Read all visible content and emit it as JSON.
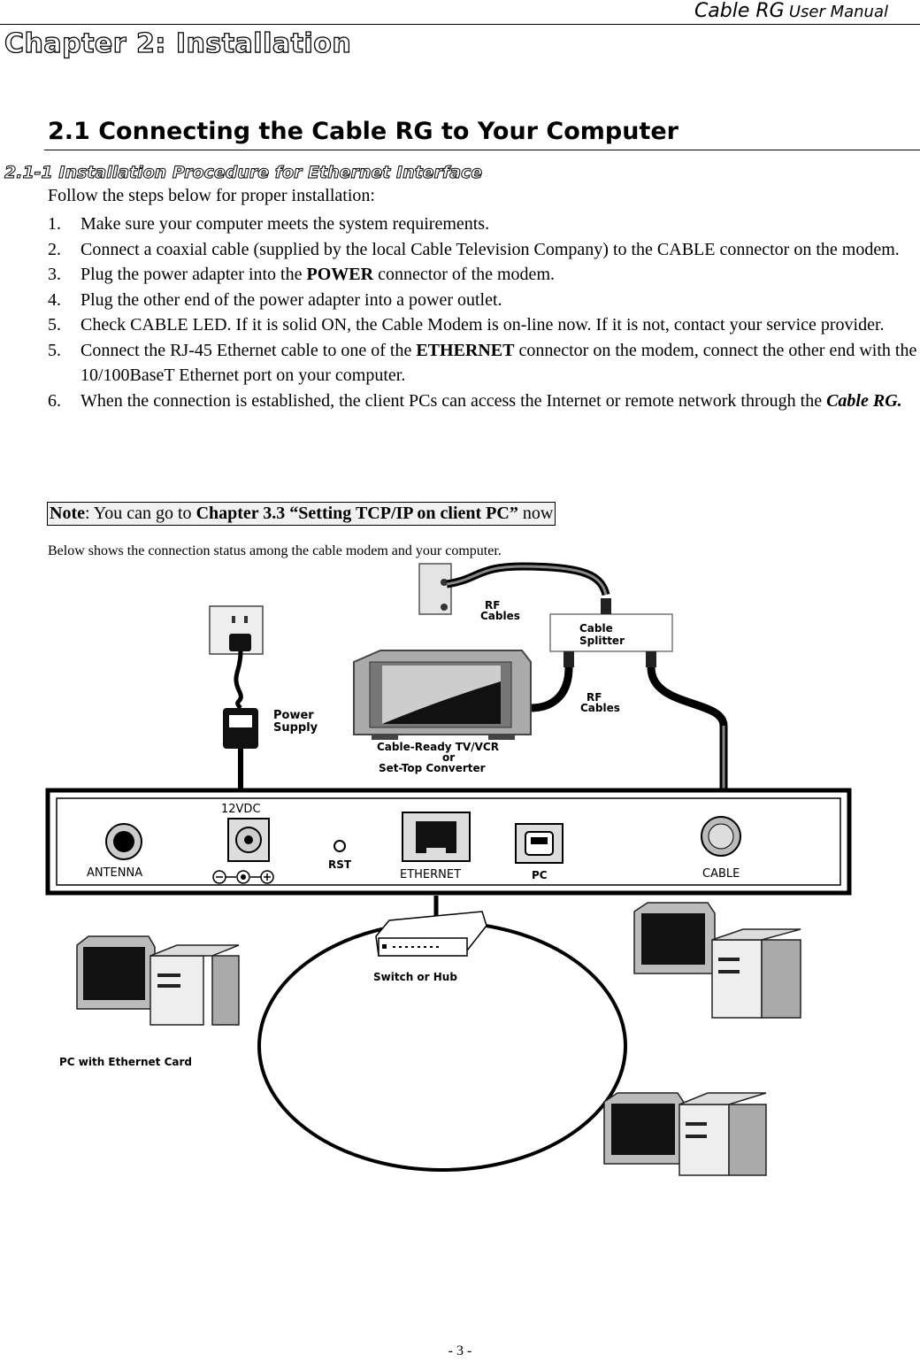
{
  "header": {
    "title": "Cable RG",
    "subtitle": "User Manual"
  },
  "chapter_title": "Chapter 2: Installation",
  "section_title": "2.1 Connecting the Cable RG to Your Computer",
  "subsection_title": "2.1-1 Installation Procedure for Ethernet Interface",
  "intro": "Follow the steps below for proper installation:",
  "steps": [
    {
      "num": "1.",
      "parts": [
        "Make sure your computer meets the system requirements."
      ]
    },
    {
      "num": "2.",
      "parts": [
        "Connect a coaxial cable (supplied by the local Cable Television Company) to the CABLE connector on the modem."
      ]
    },
    {
      "num": "3.",
      "parts": [
        "Plug the power adapter into the ",
        "POWER",
        " connector of the modem."
      ]
    },
    {
      "num": "4.",
      "parts": [
        "Plug the other end of the power adapter into a power outlet."
      ]
    },
    {
      "num": "5.",
      "parts": [
        "Check CABLE LED. If it is solid ON, the Cable Modem is on-line now. If it is not, contact your service provider."
      ]
    },
    {
      "num": "5.",
      "parts": [
        "Connect the RJ-45 Ethernet cable to one of the ",
        "ETHERNET",
        " connector on the modem, connect the other end with the 10/100BaseT Ethernet port on your computer."
      ]
    },
    {
      "num": "6.",
      "parts": [
        "When the connection is established, the client PCs can access the Internet or remote network through the ",
        "Cable RG."
      ]
    }
  ],
  "note": {
    "label": "Note",
    "text": ": You can go to ",
    "link": "Chapter 3.3 “Setting TCP/IP on client PC”",
    "suffix": " now"
  },
  "caption": "Below shows the connection status among the cable modem and your computer.",
  "diagram": {
    "rf_cables_top": [
      "RF",
      "Cables"
    ],
    "cable_splitter": [
      "Cable",
      "Splitter"
    ],
    "rf_cables_bottom": [
      "RF",
      "Cables"
    ],
    "power_supply": [
      "Power",
      "Supply"
    ],
    "tv_label": [
      "Cable-Ready TV/VCR",
      "or",
      "Set-Top Converter"
    ],
    "voltage": "12VDC",
    "ports": {
      "antenna": "ANTENNA",
      "rst": "RST",
      "ethernet": "ETHERNET",
      "pc": "PC",
      "cable": "CABLE"
    },
    "switch": "Switch or Hub",
    "pc_label": "PC with Ethernet Card"
  },
  "footer": "- 3 -"
}
